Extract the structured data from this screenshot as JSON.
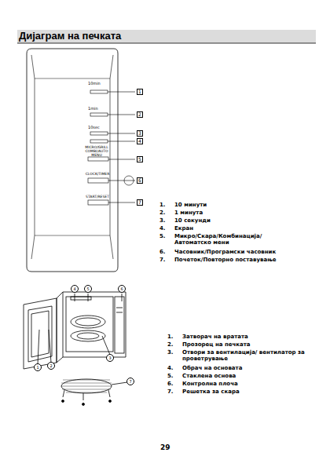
{
  "diagram": {
    "title": "Дијаграм на печката",
    "labels": [
      "10min",
      "1min",
      "10sec",
      "MICRO/GRILL COMBI/AUTO MENU",
      "CLOCK/TIMER",
      "START/RESET",
      "1",
      "2",
      "3",
      "4",
      "5",
      "6",
      "7",
      "1.",
      "10 минути",
      "2.",
      "1 минута",
      "3.",
      "10 секунди",
      "4.",
      "Екран",
      "5.",
      "Микро/Скара/Комбинација/Автоматско мени",
      "6.",
      "Часовник/Програмски часовник",
      "7.",
      "Почеток/Повторно поставување",
      "4",
      "5",
      "6",
      "1",
      "2",
      "3",
      "7",
      "1.",
      "Затворач на вратата",
      "2.",
      "Прозорец на печката",
      "3.",
      "Отвори за вентилација/ вентилатор за проветрување",
      "4.",
      "Обрач на основата",
      "5.",
      "Стаклена основа",
      "6.",
      "Контролна плоча",
      "7.",
      "Решетка за скара",
      "29"
    ]
  }
}
